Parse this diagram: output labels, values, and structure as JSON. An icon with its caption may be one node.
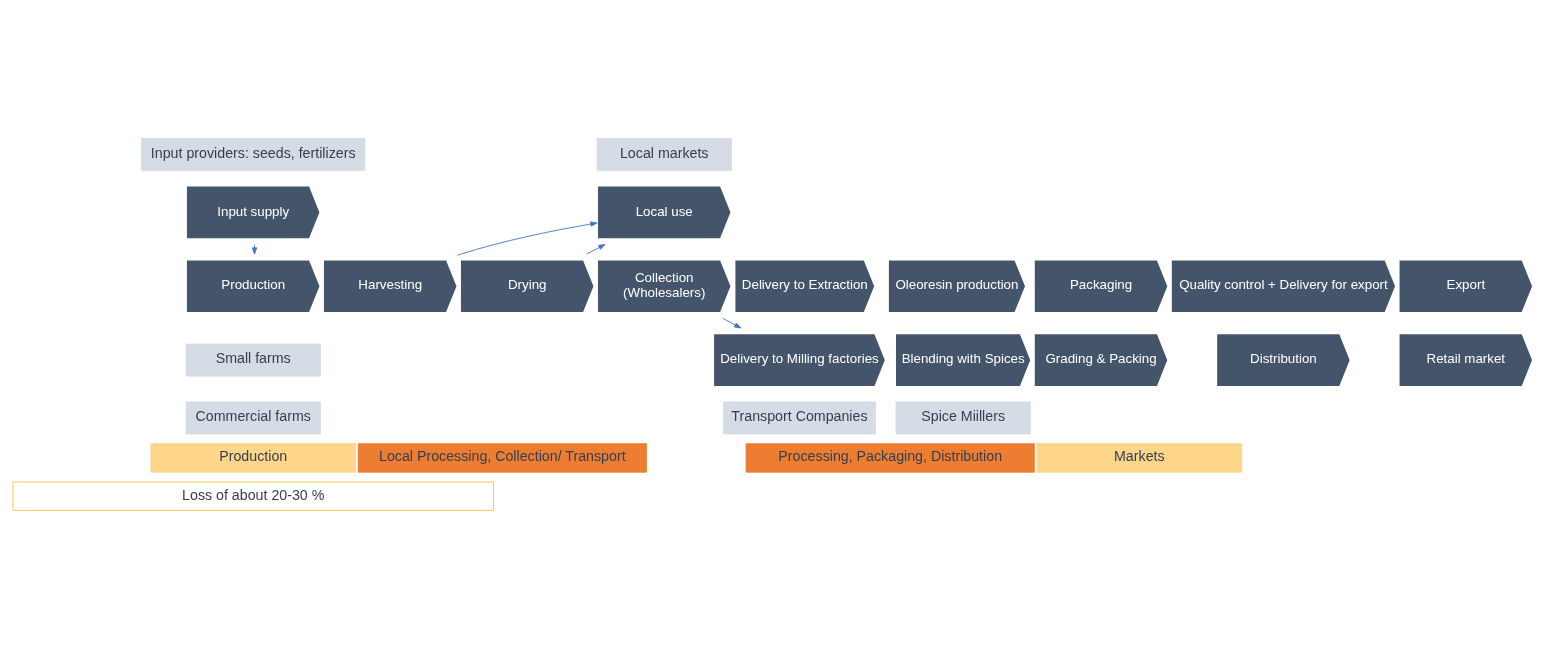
{
  "diagram": {
    "nodes": [
      {
        "text": [
          "Input providers: seeds, fertilizers"
        ]
      },
      {
        "text": [
          "Input supply"
        ]
      },
      {
        "text": [
          "Local markets"
        ]
      },
      {
        "text": [
          "Local use"
        ]
      },
      {
        "text": [
          "Production"
        ]
      },
      {
        "text": [
          "Harvesting"
        ]
      },
      {
        "text": [
          "Drying"
        ]
      },
      {
        "text": [
          "Collection",
          "(Wholesalers)"
        ]
      },
      {
        "text": [
          "Delivery to Extraction"
        ]
      },
      {
        "text": [
          "Oleoresin production"
        ]
      },
      {
        "text": [
          "Packaging"
        ]
      },
      {
        "text": [
          "Quality control + Delivery for export"
        ]
      },
      {
        "text": [
          "Export"
        ]
      },
      {
        "text": [
          "Small farms"
        ]
      },
      {
        "text": [
          "Commercial farms"
        ]
      },
      {
        "text": [
          "Delivery to Milling factories"
        ]
      },
      {
        "text": [
          "Blending with Spices"
        ]
      },
      {
        "text": [
          "Grading & Packing"
        ]
      },
      {
        "text": [
          "Distribution"
        ]
      },
      {
        "text": [
          "Retail market"
        ]
      },
      {
        "text": [
          "Transport Companies"
        ]
      },
      {
        "text": [
          "Spice Miillers"
        ]
      },
      {
        "text": [
          "Production"
        ]
      },
      {
        "text": [
          "Local Processing, Collection/ Transport"
        ]
      },
      {
        "text": [
          "Processing, Packaging, Distribution"
        ]
      },
      {
        "text": [
          "Markets"
        ]
      },
      {
        "text": [
          "Loss of about 20-30 %"
        ]
      }
    ],
    "edges": [
      {
        "from": 1,
        "to": 4,
        "arrow": "to"
      },
      {
        "from": 5,
        "to": 3,
        "arrow": "to"
      },
      {
        "from": 6,
        "to": 3,
        "arrow": "to"
      },
      {
        "from": 7,
        "to": 15,
        "arrow": "to"
      }
    ]
  }
}
